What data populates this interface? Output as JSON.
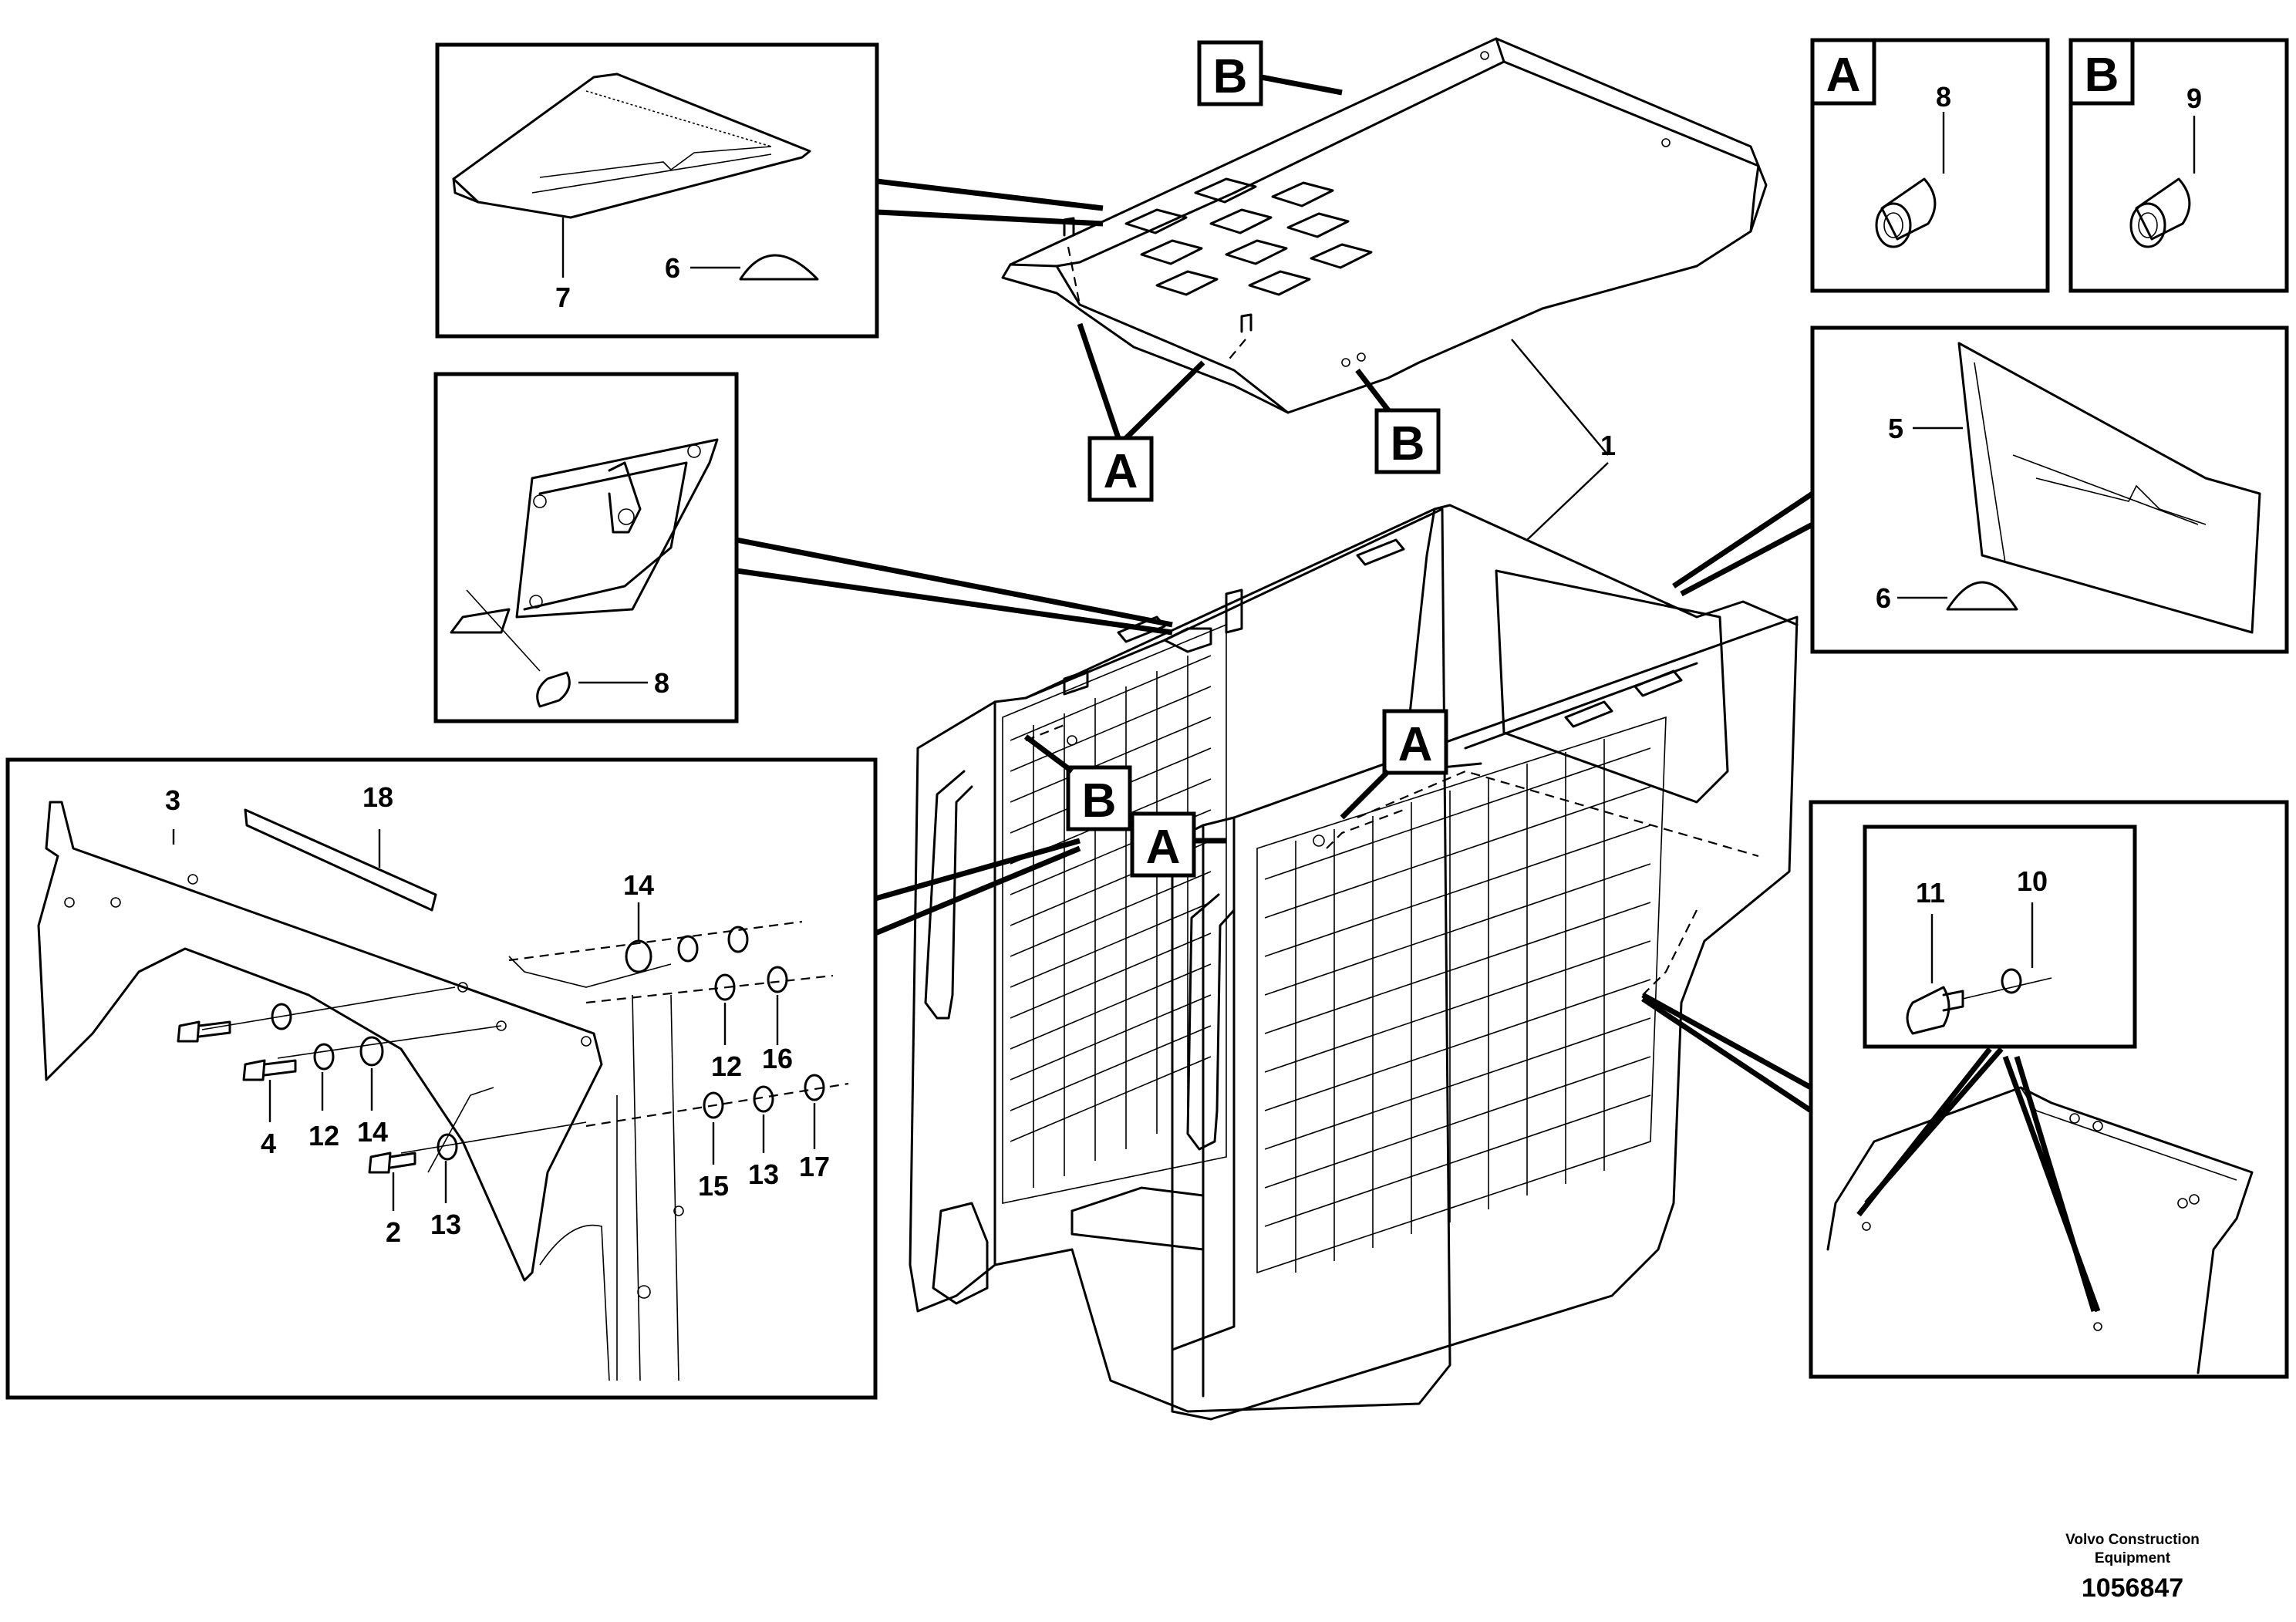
{
  "diagram": {
    "main_part_label": "1",
    "panel_top_left": {
      "labels": {
        "p7": "7",
        "p6": "6"
      }
    },
    "panel_latch": {
      "labels": {
        "p8": "8"
      }
    },
    "panel_a": {
      "letter": "A",
      "labels": {
        "p8": "8"
      }
    },
    "panel_b": {
      "letter": "B",
      "labels": {
        "p9": "9"
      }
    },
    "panel_right_cover": {
      "labels": {
        "p5": "5",
        "p6": "6"
      }
    },
    "panel_fasteners": {
      "labels": {
        "p3": "3",
        "p18": "18",
        "p14a": "14",
        "p12a": "12",
        "p16": "16",
        "p4": "4",
        "p12b": "12",
        "p14b": "14",
        "p15": "15",
        "p13a": "13",
        "p17": "17",
        "p2": "2",
        "p13b": "13"
      }
    },
    "panel_bolt": {
      "labels": {
        "p11": "11",
        "p10": "10"
      }
    },
    "view_tags": {
      "top_b": "B",
      "top_a": "A",
      "roof_b": "B",
      "frame_a_right": "A",
      "frame_b_left": "B",
      "frame_a_mid": "A"
    },
    "footer": {
      "company_line1": "Volvo Construction",
      "company_line2": "Equipment",
      "document_number": "1056847"
    }
  }
}
